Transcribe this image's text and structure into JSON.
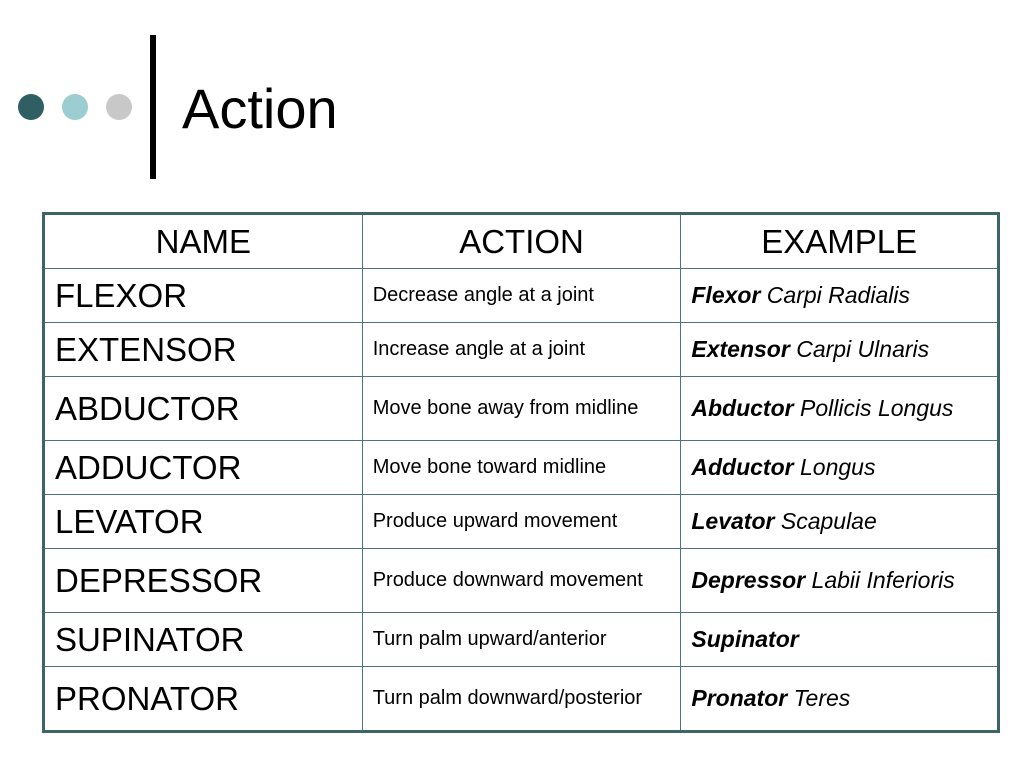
{
  "slide": {
    "title": "Action",
    "bullet_colors": [
      "#2f5e63",
      "#9ccdd1",
      "#c8c8c8"
    ]
  },
  "table": {
    "headers": [
      "NAME",
      "ACTION",
      "EXAMPLE"
    ],
    "rows": [
      {
        "name": "FLEXOR",
        "action": "Decrease angle at a joint",
        "example_bold": "Flexor",
        "example_rest": " Carpi Radialis"
      },
      {
        "name": "EXTENSOR",
        "action": "Increase angle at a joint",
        "example_bold": "Extensor",
        "example_rest": " Carpi Ulnaris"
      },
      {
        "name": "ABDUCTOR",
        "action": "Move bone away from midline",
        "example_bold": "Abductor",
        "example_rest": " Pollicis Longus"
      },
      {
        "name": "ADDUCTOR",
        "action": "Move bone toward midline",
        "example_bold": "Adductor",
        "example_rest": " Longus"
      },
      {
        "name": "LEVATOR",
        "action": "Produce upward movement",
        "example_bold": "Levator",
        "example_rest": " Scapulae"
      },
      {
        "name": "DEPRESSOR",
        "action": "Produce downward movement",
        "example_bold": "Depressor",
        "example_rest": " Labii Inferioris"
      },
      {
        "name": "SUPINATOR",
        "action": "Turn palm upward/anterior",
        "example_bold": "Supinator",
        "example_rest": ""
      },
      {
        "name": "PRONATOR",
        "action": "Turn palm downward/posterior",
        "example_bold": "Pronator",
        "example_rest": " Teres"
      }
    ]
  }
}
